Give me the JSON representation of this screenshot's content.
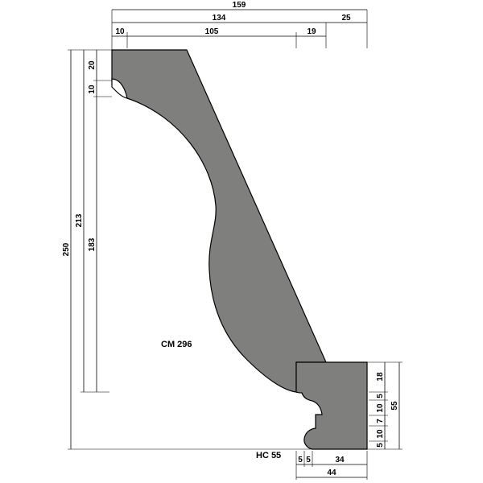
{
  "labels": {
    "main_profile": "CM 296",
    "small_profile": "HC 55"
  },
  "dimensions": {
    "top_overall": "159",
    "top_width": "134",
    "top_offset": "25",
    "top_left_bead": "10",
    "top_middle": "105",
    "top_right": "19",
    "left_total_height": "250",
    "left_height_213": "213",
    "left_height_183": "183",
    "left_top_20": "20",
    "left_small_10": "10",
    "right_18": "18",
    "right_5a": "5",
    "right_10a": "10",
    "right_10b": "10",
    "right_7": "7",
    "right_5b": "5",
    "right_total": "55",
    "bottom_5a": "5",
    "bottom_5b": "5",
    "bottom_34": "34",
    "bottom_44": "44"
  },
  "colors": {
    "profile_fill": "#7f807d",
    "line": "#000000",
    "background": "#ffffff"
  }
}
